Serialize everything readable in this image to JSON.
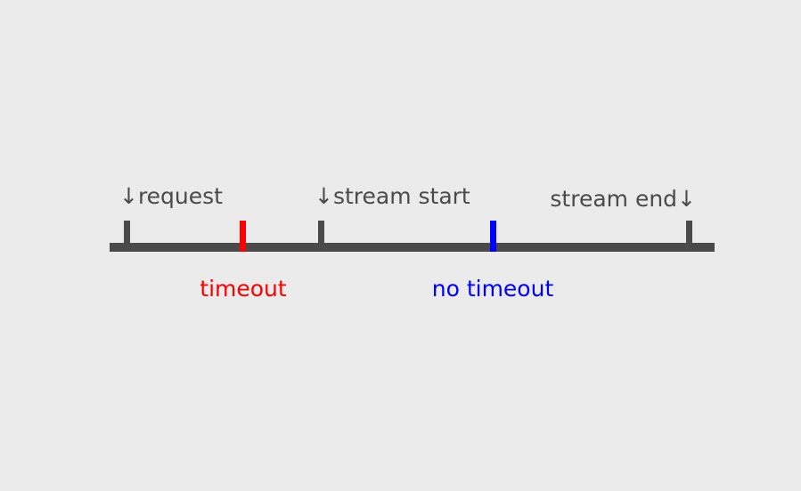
{
  "diagram": {
    "background_color": "#ebebeb",
    "axis_color": "#4a4a4a",
    "labels": {
      "request": "↓request",
      "stream_start": "↓stream start",
      "stream_end": "stream end↓",
      "timeout": "timeout",
      "no_timeout": "no timeout"
    },
    "colors": {
      "gray": "#4a4a4a",
      "timeout_red": "#ff0000",
      "no_timeout_blue": "#0000ff"
    },
    "events": [
      {
        "name": "request",
        "label": "↓request",
        "tick_color": "#4a4a4a"
      },
      {
        "name": "timeout",
        "label": "timeout",
        "tick_color": "#ff0000"
      },
      {
        "name": "stream_start",
        "label": "↓stream start",
        "tick_color": "#4a4a4a"
      },
      {
        "name": "no_timeout",
        "label": "no timeout",
        "tick_color": "#0000ff"
      },
      {
        "name": "stream_end",
        "label": "stream end↓",
        "tick_color": "#4a4a4a"
      }
    ]
  }
}
